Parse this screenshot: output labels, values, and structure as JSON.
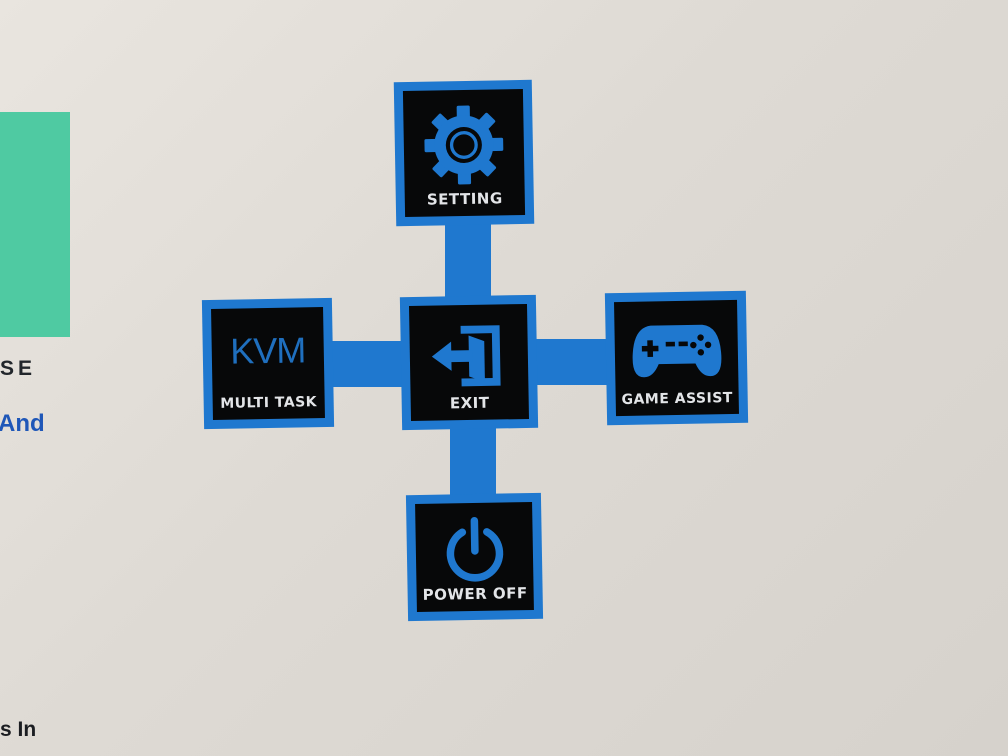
{
  "background": {
    "partial_text_1": "SE",
    "partial_text_2": "And",
    "partial_text_3": "s In"
  },
  "osd_menu": {
    "accent_color": "#1f78cf",
    "tile_color": "#070809",
    "items": {
      "setting": {
        "label": "SETTING",
        "icon": "gear-icon"
      },
      "multi_task": {
        "label": "MULTI TASK",
        "icon_text": "KVM",
        "icon": "kvm-text-icon"
      },
      "exit": {
        "label": "EXIT",
        "icon": "exit-arrow-icon"
      },
      "game_assist": {
        "label": "GAME ASSIST",
        "icon": "gamepad-icon"
      },
      "power_off": {
        "label": "POWER OFF",
        "icon": "power-icon"
      }
    }
  }
}
